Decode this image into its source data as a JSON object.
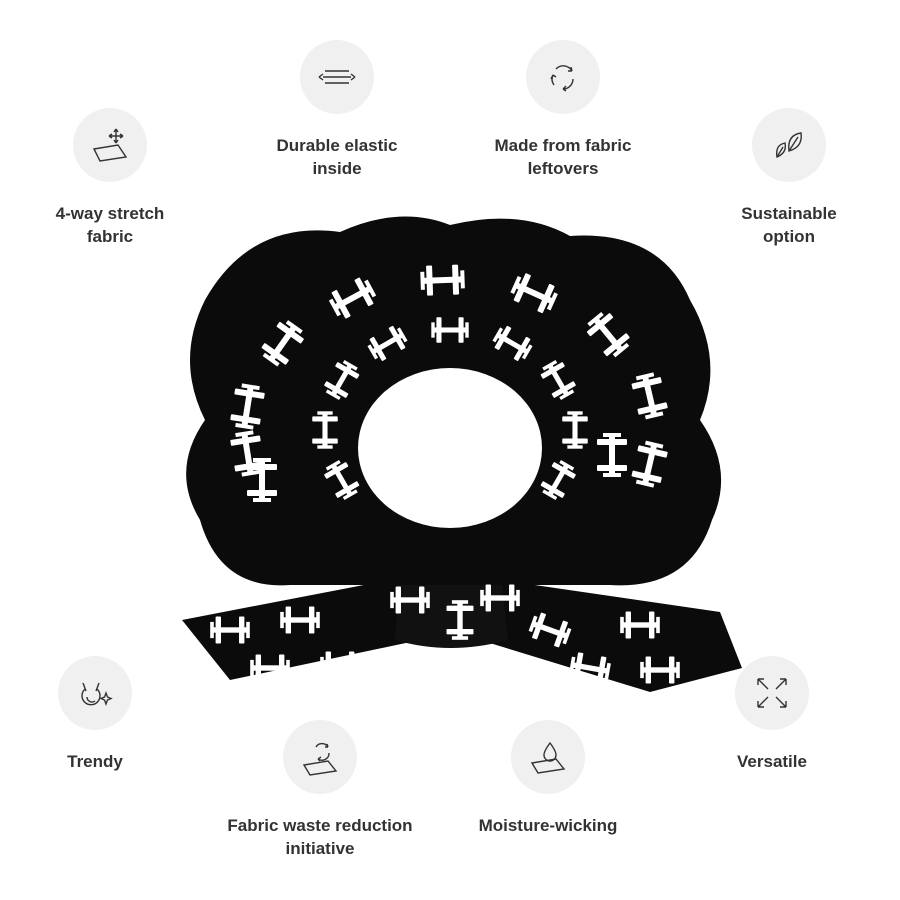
{
  "features": [
    {
      "id": "stretch",
      "label": "4-way stretch\nfabric",
      "icon": "stretch-fabric-icon"
    },
    {
      "id": "elastic",
      "label": "Durable elastic\ninside",
      "icon": "elastic-band-icon"
    },
    {
      "id": "leftovers",
      "label": "Made from fabric\nleftovers",
      "icon": "recycle-icon"
    },
    {
      "id": "sustainable",
      "label": "Sustainable\noption",
      "icon": "leaves-icon"
    },
    {
      "id": "trendy",
      "label": "Trendy",
      "icon": "cat-sparkle-icon"
    },
    {
      "id": "waste",
      "label": "Fabric waste reduction\ninitiative",
      "icon": "fabric-recycle-icon"
    },
    {
      "id": "moisture",
      "label": "Moisture-wicking",
      "icon": "water-drop-icon"
    },
    {
      "id": "versatile",
      "label": "Versatile",
      "icon": "expand-arrows-icon"
    }
  ],
  "colors": {
    "fabric": "#0b0b0b",
    "pattern": "#ffffff",
    "icon_bg": "#f0f0f0",
    "icon_stroke": "#333333"
  }
}
